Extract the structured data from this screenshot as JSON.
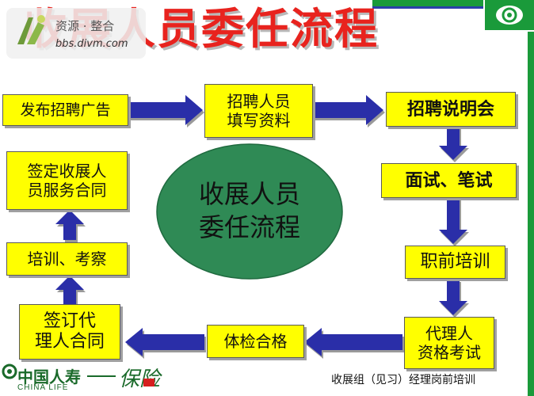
{
  "title": "收展人员委任流程",
  "watermark": {
    "text": "资源 · 整合",
    "url": "bbs.divm.com"
  },
  "flow_steps": [
    {
      "id": "step-1",
      "label": "发布招聘广告"
    },
    {
      "id": "step-2",
      "label": "招聘人员\n填写资料"
    },
    {
      "id": "step-3",
      "label": "招聘说明会"
    },
    {
      "id": "step-4",
      "label": "面试、笔试"
    },
    {
      "id": "step-5",
      "label": "职前培训"
    },
    {
      "id": "step-6",
      "label": "代理人\n资格考试"
    },
    {
      "id": "step-7",
      "label": "体检合格"
    },
    {
      "id": "step-8",
      "label": "签订代\n理人合同"
    },
    {
      "id": "step-9",
      "label": "培训、考察"
    },
    {
      "id": "step-10",
      "label": "签定收展人\n员服务合同"
    }
  ],
  "center_label": "收展人员\n委任流程",
  "colors": {
    "box": "#ffff00",
    "arrow": "#2b2fa8",
    "oval": "#2f8a55",
    "title": "#e8231e",
    "brand_green": "#1a9a3a"
  },
  "footer": {
    "company_cn": "中国人寿",
    "company_en": "CHINA LIFE",
    "brand": "保险",
    "caption": "收展组（见习）经理岗前培训"
  }
}
